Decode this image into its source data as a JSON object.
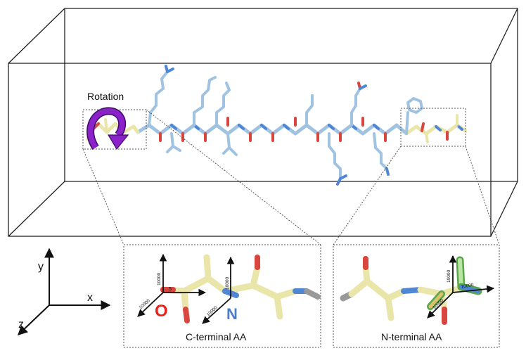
{
  "labels": {
    "rotation": "Rotation",
    "c_panel": "C-terminal AA",
    "n_panel": "N-terminal AA",
    "atom_o": "O",
    "atom_n": "N"
  },
  "axes_main": {
    "x": "x",
    "y": "y",
    "z": "z"
  },
  "c_panel_vectors": {
    "up": "10000",
    "right": "5",
    "down_left": "10000",
    "n_up": "10000",
    "n_down_left": "10000"
  },
  "n_panel_vectors": {
    "up": "10000",
    "right": "10000",
    "down_left": "10000"
  },
  "colors": {
    "residue_blue": "#9fc3e0",
    "terminal_yellow": "#eae5a8",
    "oxygen_red": "#d9463f",
    "nitrogen_blue": "#4f86d6",
    "rotation_purple": "#8b22c9",
    "atom_o_label": "#e8231f",
    "atom_n_label": "#4a7fce",
    "highlight_green": "#7ed36b"
  }
}
